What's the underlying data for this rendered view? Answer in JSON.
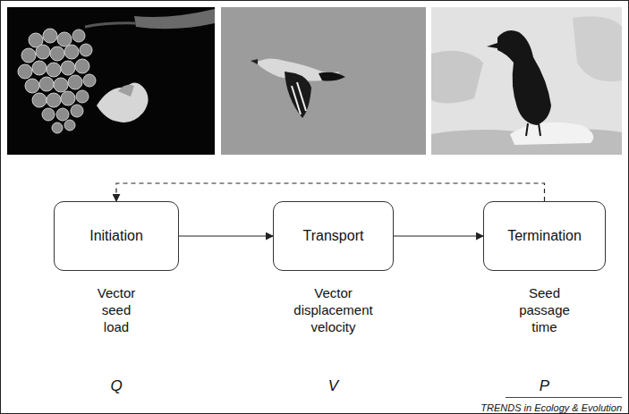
{
  "diagram": {
    "nodes": [
      {
        "text": [
          "Initiation"
        ]
      },
      {
        "text": [
          "Transport"
        ]
      },
      {
        "text": [
          "Termination"
        ]
      }
    ],
    "edges": [
      {
        "from": 0,
        "to": 1,
        "arrow": "to"
      },
      {
        "from": 1,
        "to": 2,
        "arrow": "to"
      },
      {
        "from": 2,
        "to": 0,
        "arrow": "to"
      }
    ],
    "labels": [
      "Vector seed load",
      "Vector displacement velocity",
      "Seed passage time",
      "Q",
      "V",
      "P",
      "TRENDS in Ecology & Evolution"
    ]
  }
}
